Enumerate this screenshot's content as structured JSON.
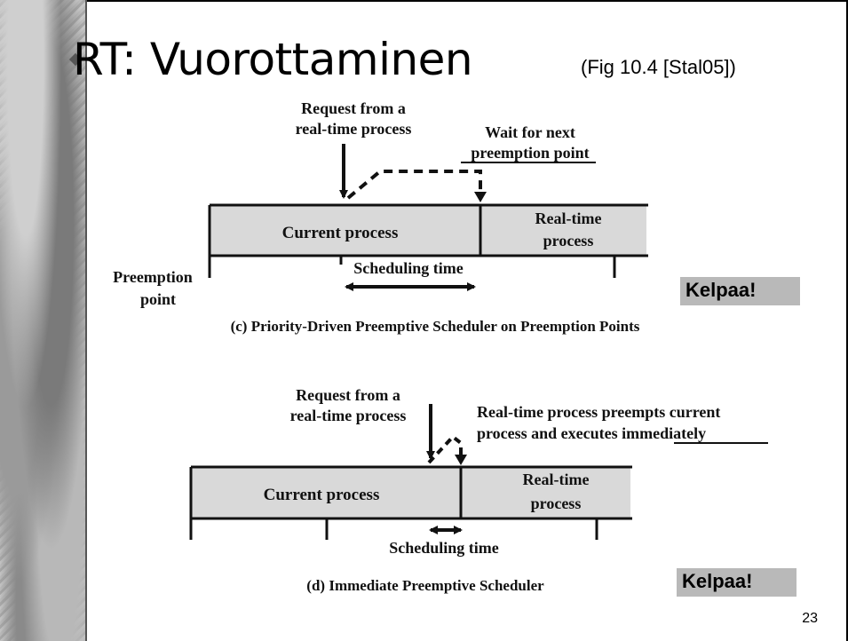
{
  "slide": {
    "title": "RT: Vuorottaminen",
    "reference": "(Fig 10.4 [Stal05])",
    "page_number": "23"
  },
  "diagram_c": {
    "request_label_line1": "Request from a",
    "request_label_line2": "real-time process",
    "wait_label_line1": "Wait for next",
    "wait_label_line2": "preemption point",
    "current_process": "Current process",
    "realtime_line1": "Real-time",
    "realtime_line2": "process",
    "scheduling_time": "Scheduling time",
    "preemption_line1": "Preemption",
    "preemption_line2": "point",
    "caption": "(c) Priority-Driven Preemptive Scheduler on Preemption Points",
    "badge": "Kelpaa!"
  },
  "diagram_d": {
    "request_label_line1": "Request from a",
    "request_label_line2": "real-time process",
    "preempts_label_line1": "Real-time process preempts current",
    "preempts_label_line2_a": "process and executes ",
    "preempts_label_line2_b": "immediately",
    "current_process": "Current process",
    "realtime_line1": "Real-time",
    "realtime_line2": "process",
    "scheduling_time": "Scheduling time",
    "caption": "(d) Immediate Preemptive Scheduler",
    "badge": "Kelpaa!"
  },
  "colors": {
    "process_fill": "#d9d9d9",
    "badge_fill": "#b9b9b9"
  }
}
